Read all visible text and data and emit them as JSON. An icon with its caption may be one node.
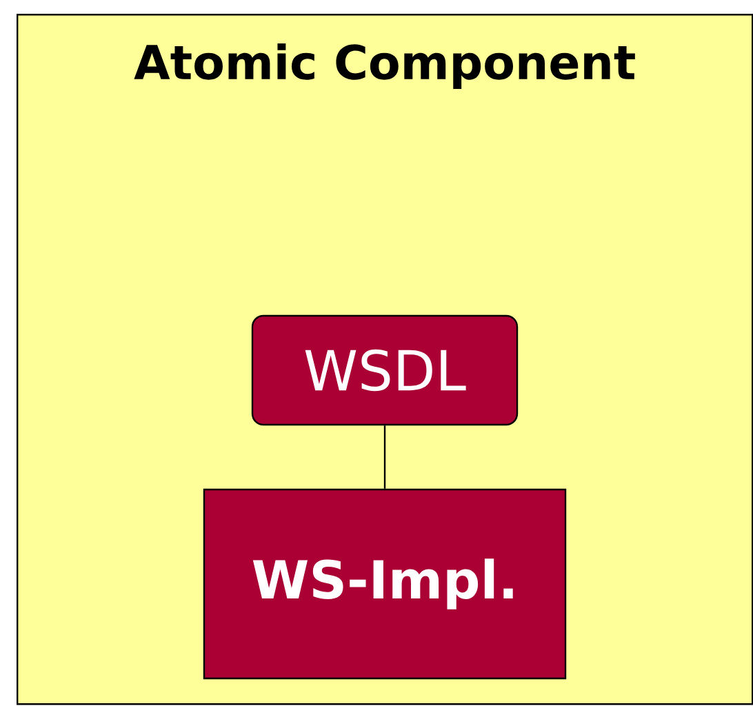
{
  "diagram": {
    "nodes": [
      {
        "text": [
          "Atomic Component"
        ]
      },
      {
        "text": [
          "WSDL"
        ],
        "in": 0
      },
      {
        "text": [
          "WS-Impl."
        ],
        "in": 0
      }
    ],
    "edges": [
      {
        "from": 1,
        "to": 2,
        "arrow": "none"
      }
    ]
  }
}
